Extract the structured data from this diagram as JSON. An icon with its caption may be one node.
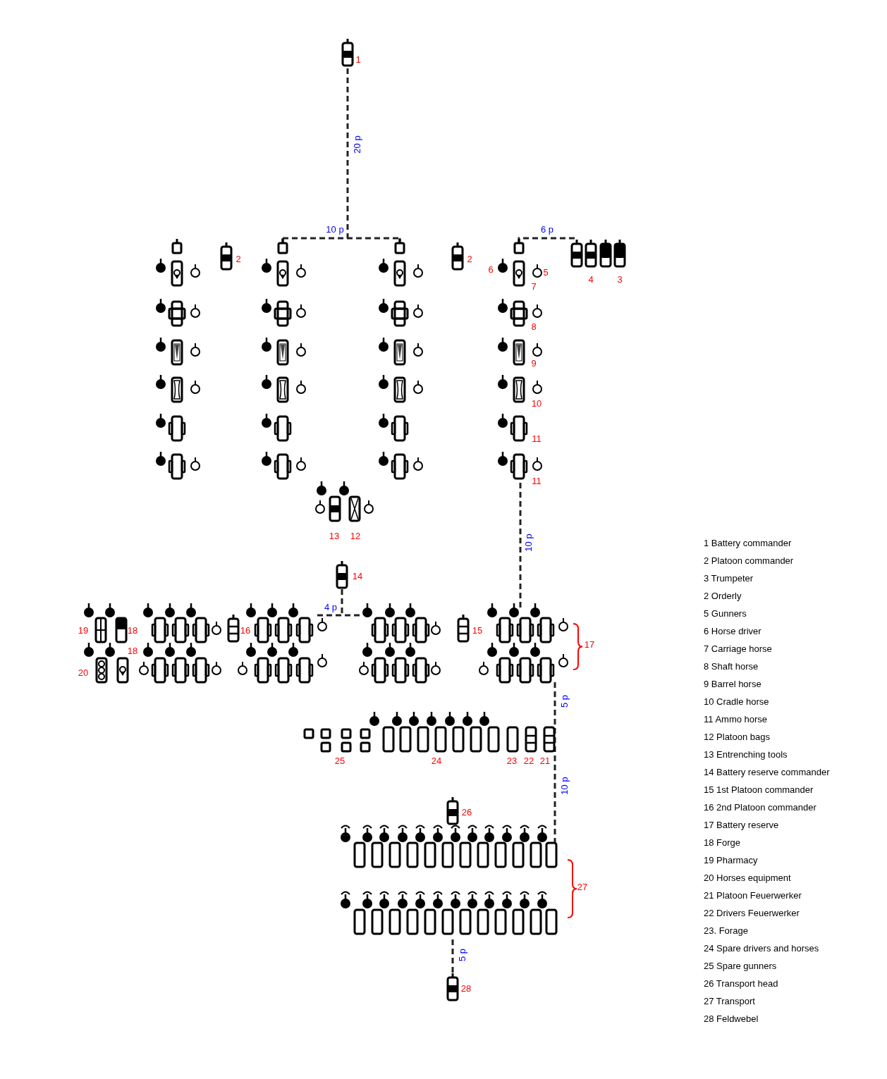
{
  "diagram": {
    "labels": [
      "1",
      "20 p",
      "10 p",
      "6 p",
      "2",
      "2",
      "6",
      "5",
      "4",
      "3",
      "7",
      "8",
      "9",
      "10",
      "11",
      "11",
      "13",
      "12",
      "10 p",
      "14",
      "4 p",
      "19",
      "18",
      "16",
      "15",
      "17",
      "18",
      "20",
      "5 p",
      "25",
      "24",
      "23",
      "22",
      "21",
      "10 p",
      "26",
      "27",
      "5 p",
      "28",
      "1 Battery commander",
      "2 Platoon commander",
      "3 Trumpeter",
      "2 Orderly",
      "5 Gunners",
      "6 Horse driver",
      "7 Carriage horse",
      "8 Shaft horse",
      "9 Barrel horse",
      "10 Cradle horse",
      "11 Ammo horse",
      "12 Platoon bags",
      "13 Entrenching tools",
      "14 Battery reserve commander",
      "15 1st Platoon commander",
      "16 2nd Platoon commander",
      "17 Battery reserve",
      "18 Forge",
      "19 Pharmacy",
      "20 Horses equipment",
      "21 Platoon Feuerwerker",
      "22 Drivers Feuerwerker",
      "23. Forage",
      "24 Spare drivers and horses",
      "25 Spare gunners",
      "26 Transport head",
      "27 Transport",
      "28 Feldwebel"
    ]
  }
}
